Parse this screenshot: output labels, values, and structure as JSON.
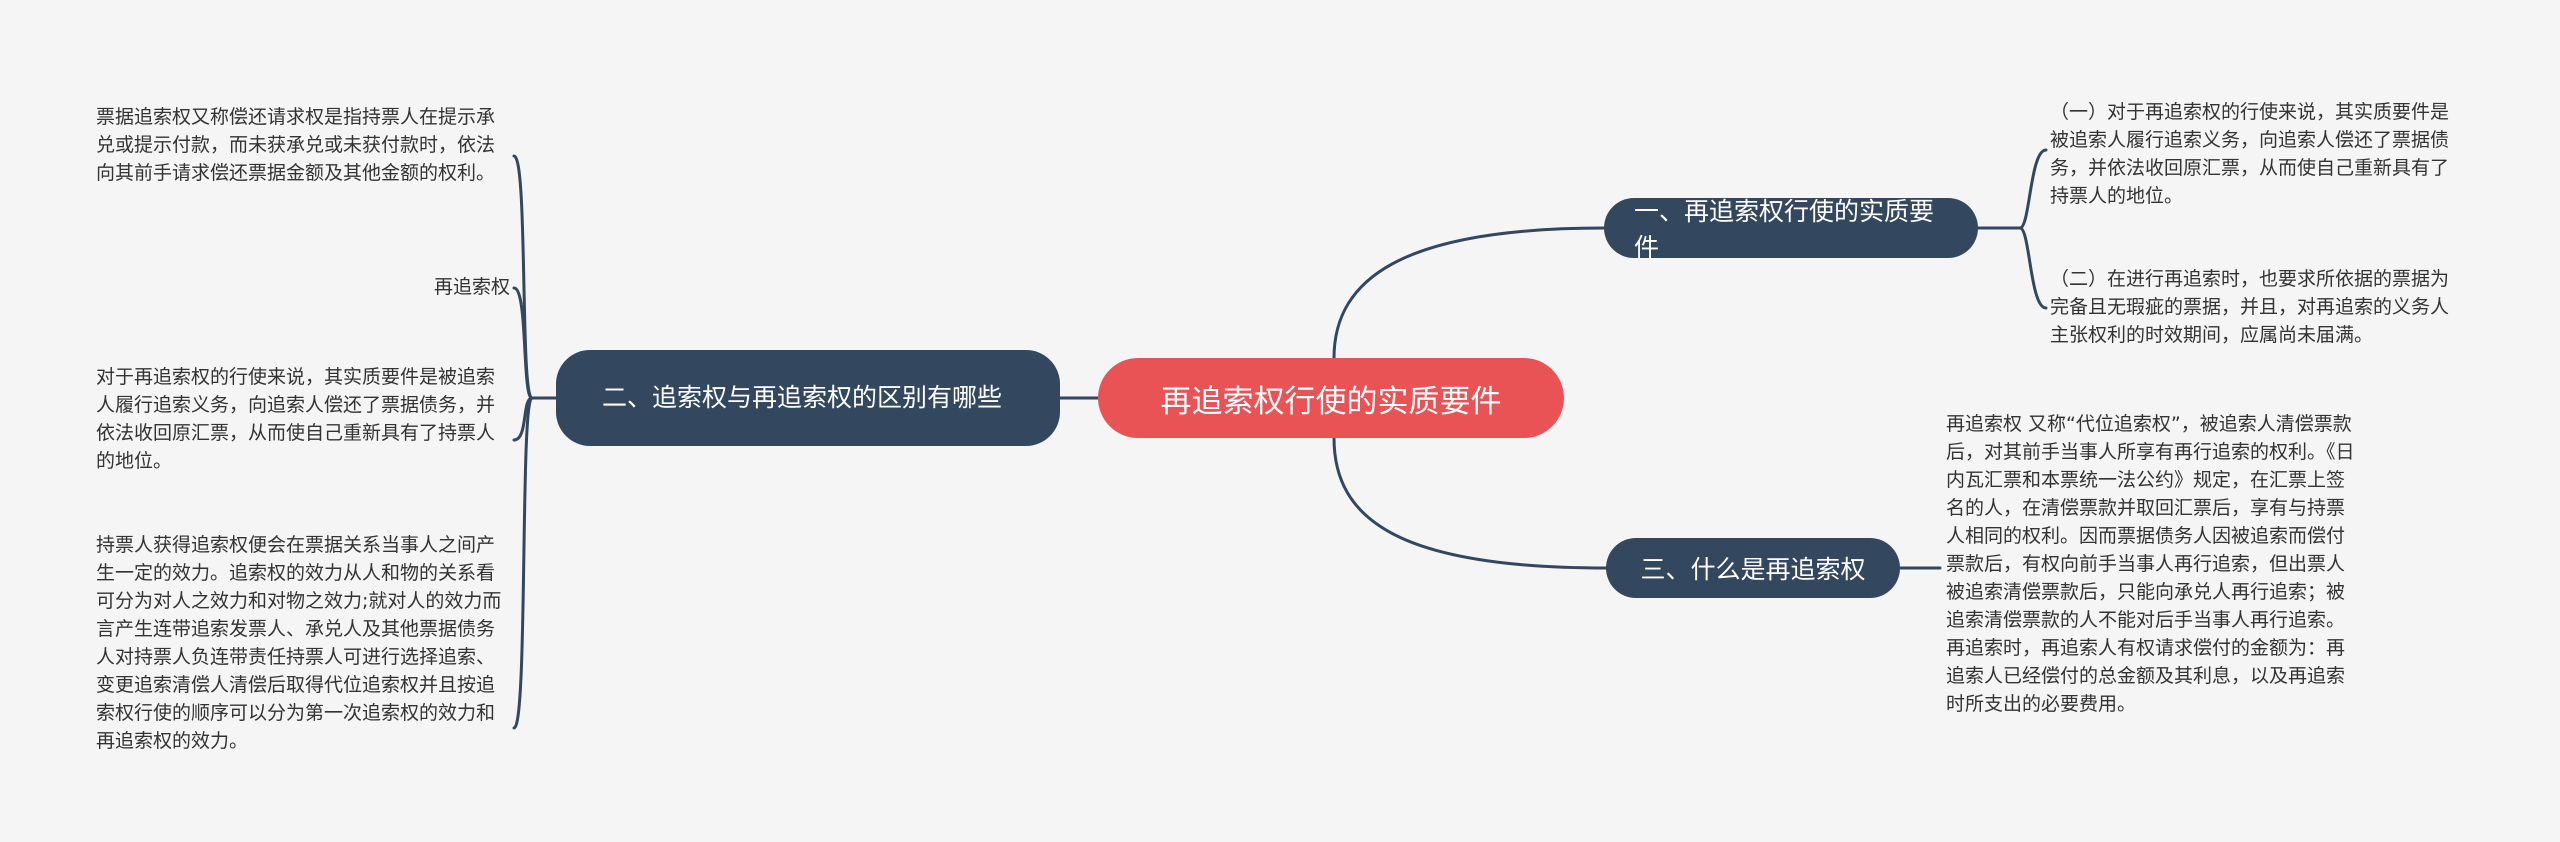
{
  "root": {
    "label": "再追索权行使的实质要件"
  },
  "colors": {
    "root": "#e95355",
    "branch": "#33475f",
    "line": "#33475f",
    "background": "#f5f5f6"
  },
  "branches": [
    {
      "label": "一、再追索权行使的实质要件",
      "leaves": [
        "（一）对于再追索权的行使来说，其实质要件是被追索人履行追索义务，向追索人偿还了票据债务，并依法收回原汇票，从而使自己重新具有了持票人的地位。",
        "（二）在进行再追索时，也要求所依据的票据为完备且无瑕疵的票据，并且，对再追索的义务人主张权利的时效期间，应属尚未届满。"
      ]
    },
    {
      "label": "二、追索权与再追索权的区别有哪些",
      "leaves": [
        "票据追索权又称偿还请求权是指持票人在提示承兑或提示付款，而未获承兑或未获付款时，依法向其前手请求偿还票据金额及其他金额的权利。",
        "再追索权",
        "对于再追索权的行使来说，其实质要件是被追索人履行追索义务，向追索人偿还了票据债务，并依法收回原汇票，从而使自己重新具有了持票人的地位。",
        "持票人获得追索权便会在票据关系当事人之间产生一定的效力。追索权的效力从人和物的关系看可分为对人之效力和对物之效力;就对人的效力而言产生连带追索发票人、承兑人及其他票据债务人对持票人负连带责任持票人可进行选择追索、变更追索清偿人清偿后取得代位追索权并且按追索权行使的顺序可以分为第一次追索权的效力和再追索权的效力。"
      ]
    },
    {
      "label": "三、什么是再追索权",
      "leaves": [
        "再追索权 又称“代位追索权”，被追索人清偿票款后，对其前手当事人所享有再行追索的权利。《日内瓦汇票和本票统一法公约》规定，在汇票上签名的人，在清偿票款并取回汇票后，享有与持票人相同的权利。因而票据债务人因被追索而偿付票款后，有权向前手当事人再行追索，但出票人被追索清偿票款后，只能向承兑人再行追索；被追索清偿票款的人不能对后手当事人再行追索。再追索时，再追索人有权请求偿付的金额为：再追索人已经偿付的总金额及其利息，以及再追索时所支出的必要费用。"
      ]
    }
  ]
}
